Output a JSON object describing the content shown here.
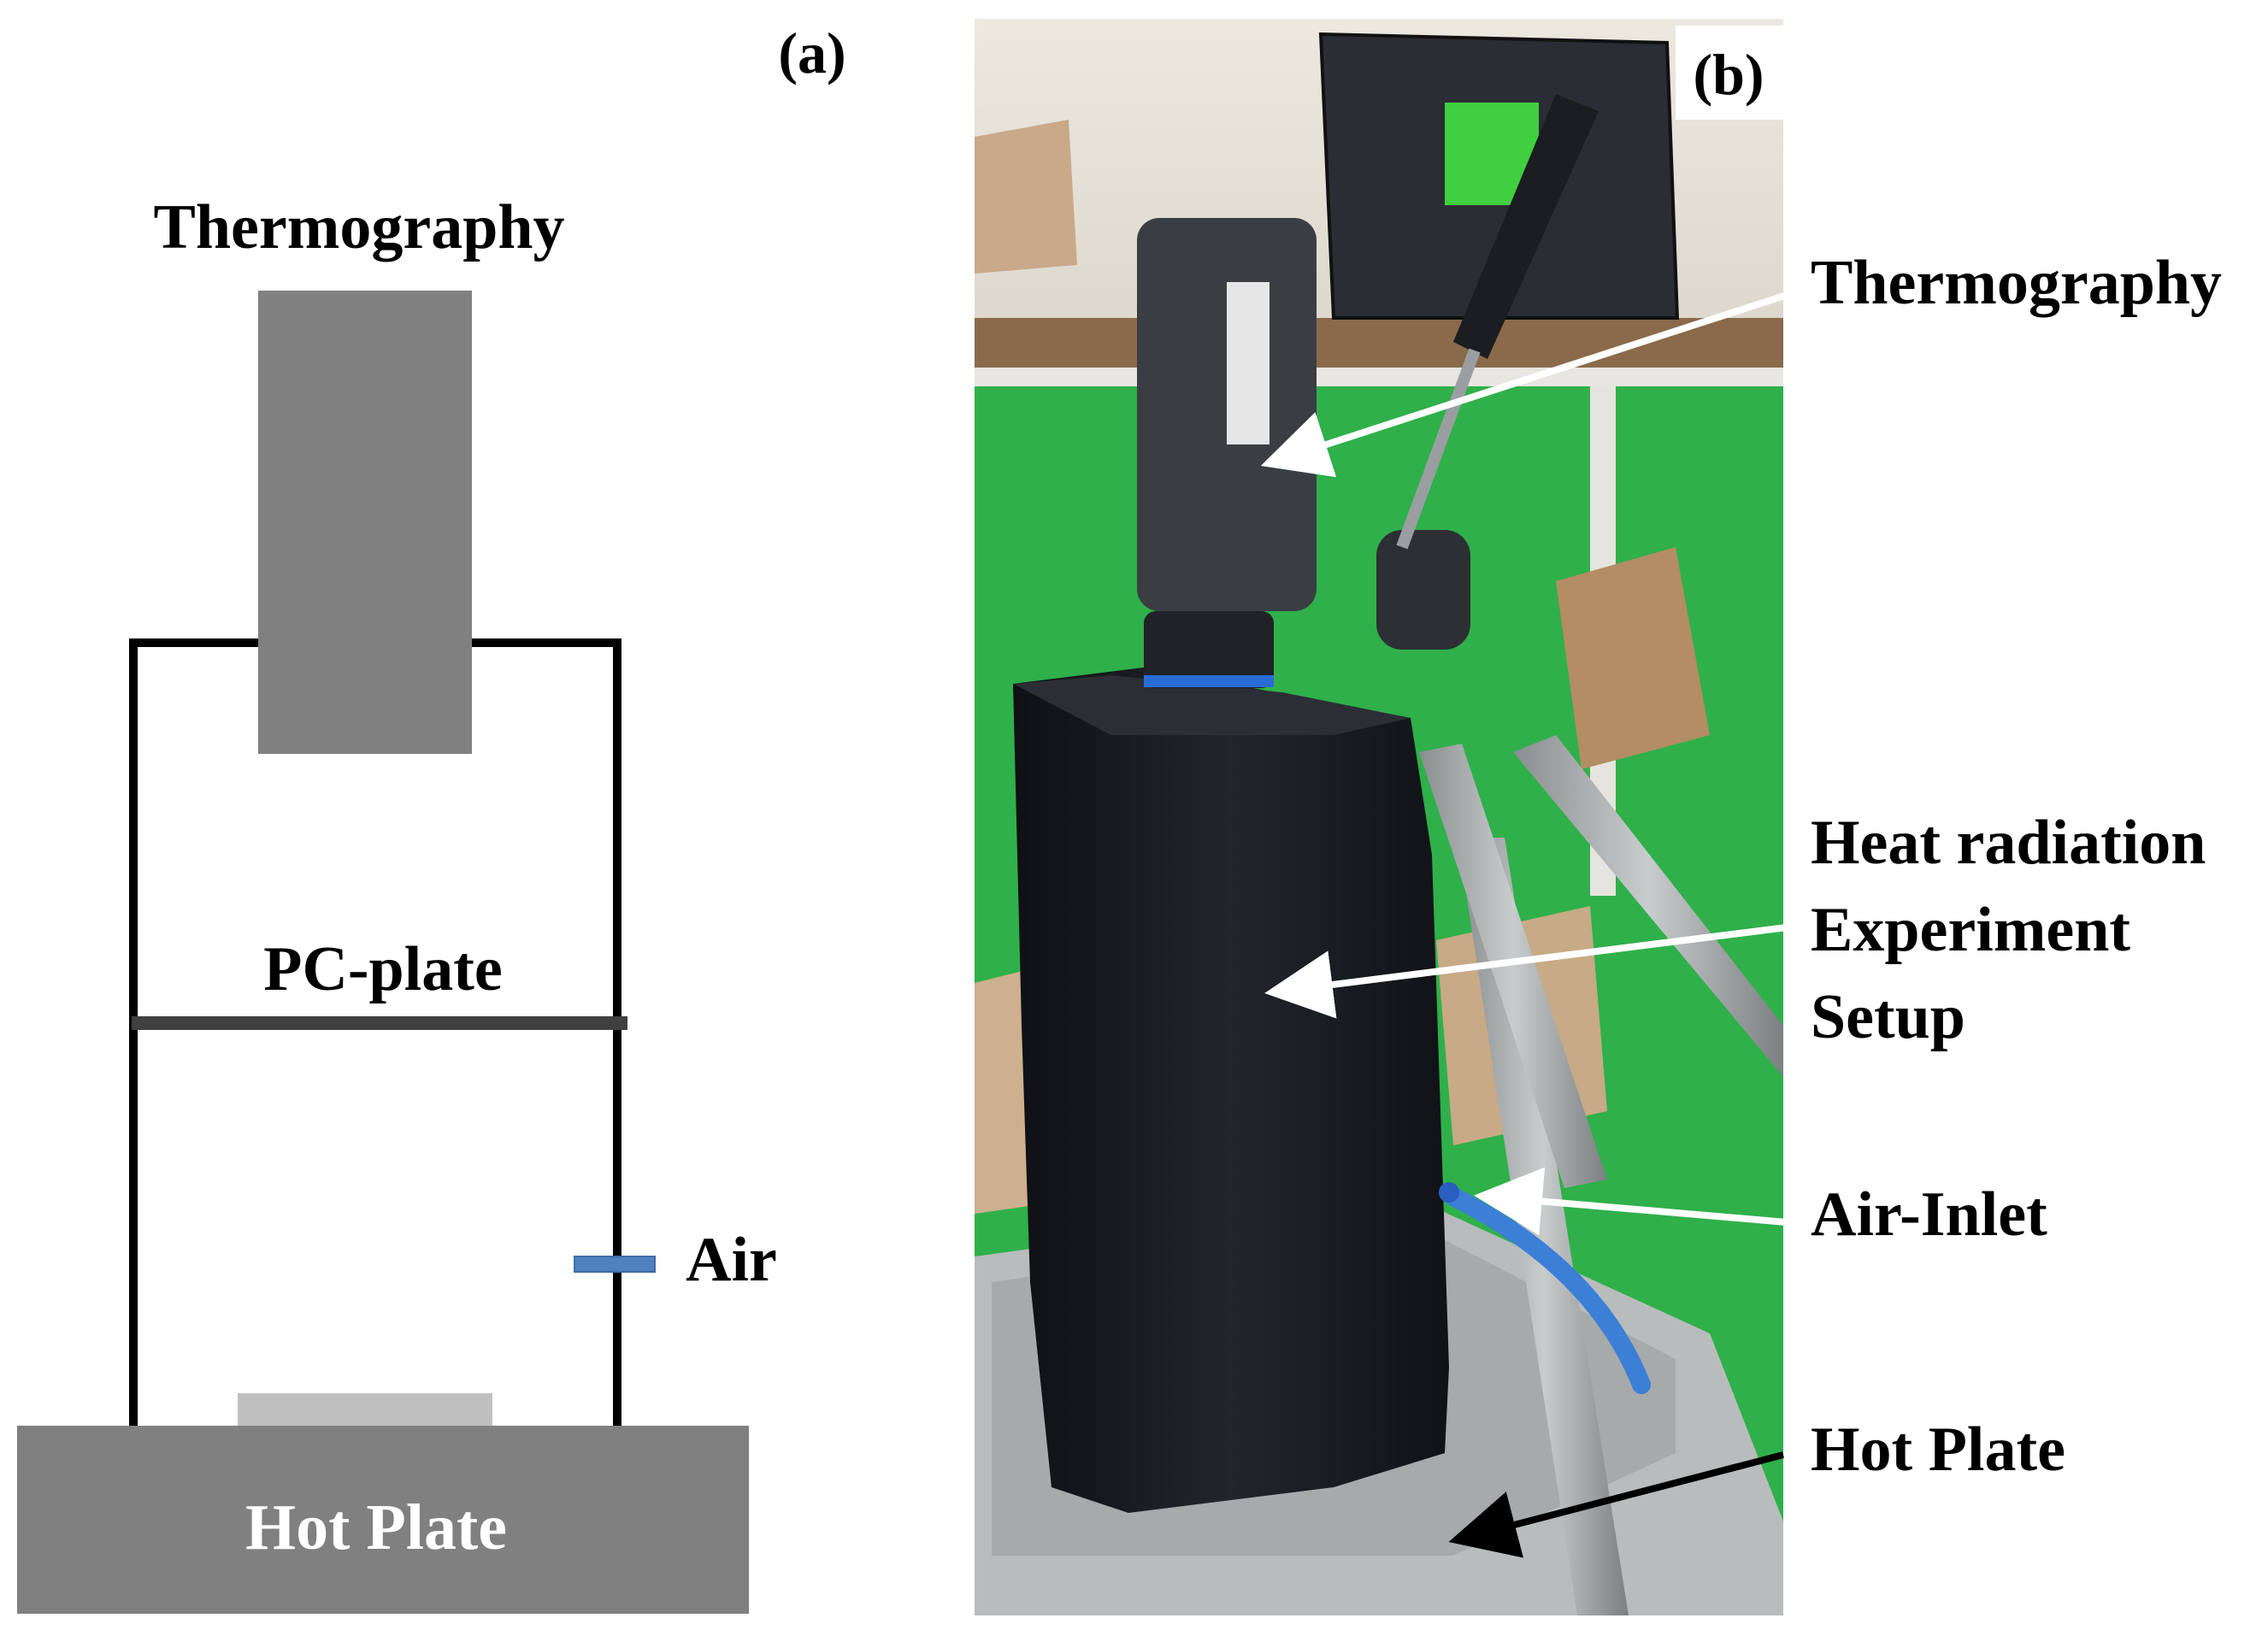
{
  "panel_a": {
    "tag": "(a)",
    "labels": {
      "thermography": "Thermography",
      "pc_plate": "PC-plate",
      "air": "Air",
      "hot_plate": "Hot Plate"
    },
    "colors": {
      "camera": "#808080",
      "hot_plate": "#808080",
      "sample": "#c0c0c0",
      "pc_plate": "#404040",
      "air_inlet": "#4f81bd",
      "enclosure": "#000000",
      "hot_plate_text": "#ffffff"
    }
  },
  "panel_b": {
    "tag": "(b)",
    "labels": {
      "thermography": "Thermography",
      "heat_radiation_line1": "Heat radiation",
      "heat_radiation_line2": "Experiment",
      "heat_radiation_line3": "Setup",
      "air_inlet": "Air-Inlet",
      "hot_plate": "Hot Plate"
    },
    "photo_colors": {
      "floor": "#2fb04a",
      "wall": "#e8e4dc",
      "cloth": "#16181c",
      "tripod": "#a8acae",
      "plate": "#b9bcbc",
      "camera": "#3a3d42",
      "arrow_white": "#ffffff",
      "arrow_black": "#000000"
    }
  }
}
